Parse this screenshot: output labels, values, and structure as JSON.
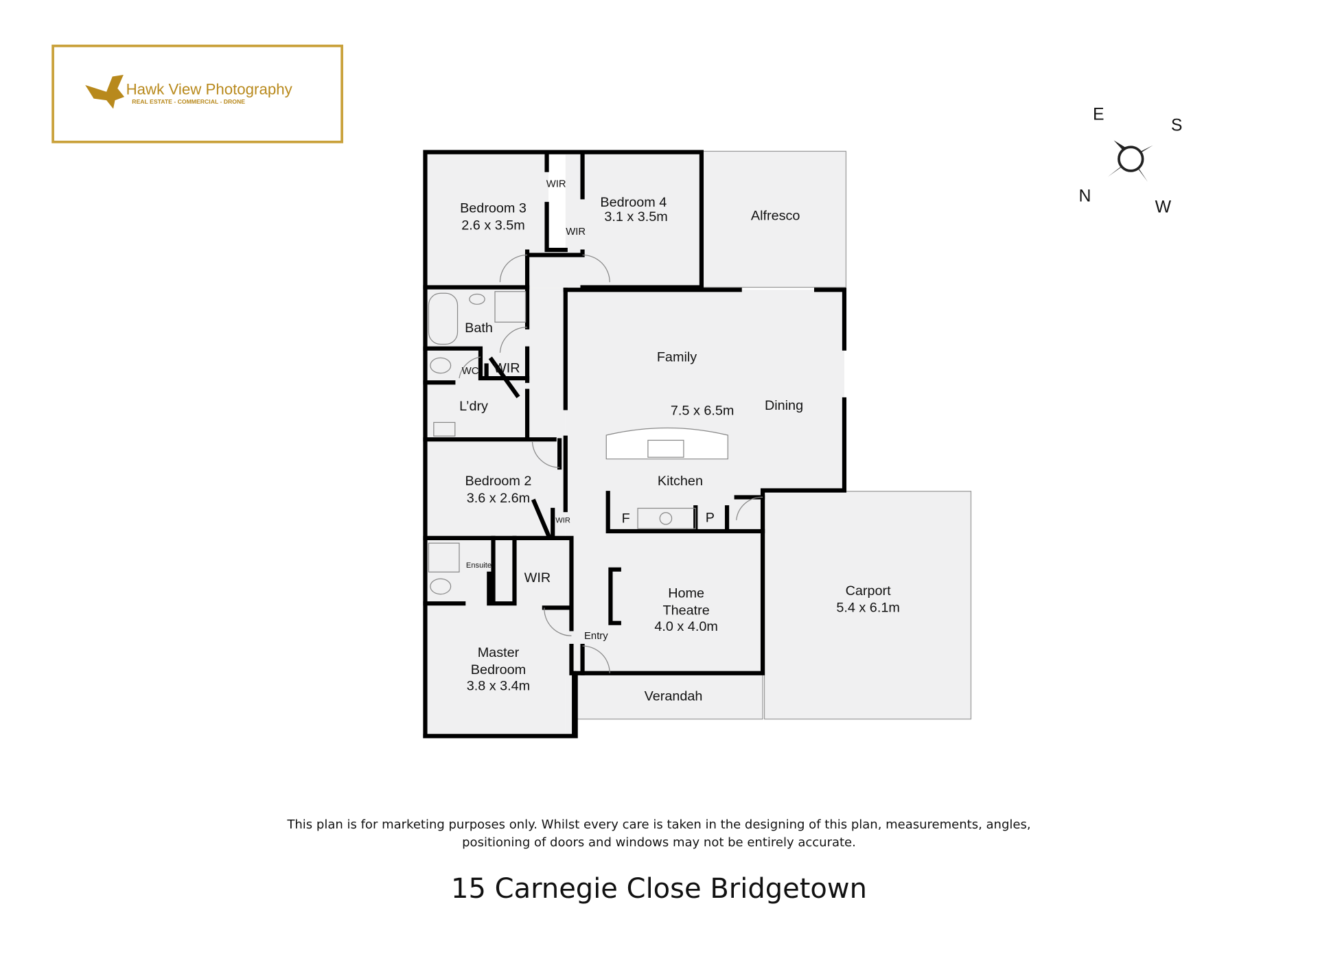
{
  "logo": {
    "brand": "Hawk View Photography",
    "tagline": "REAL ESTATE - COMMERCIAL - DRONE",
    "accent": "#b8891c"
  },
  "compass": {
    "e": "E",
    "s": "S",
    "n": "N",
    "w": "W"
  },
  "rooms": {
    "bedroom3": {
      "name": "Bedroom 3",
      "size": "2.6 x 3.5m"
    },
    "bedroom4": {
      "name": "Bedroom 4",
      "size": "3.1 x 3.5m"
    },
    "wir1": "WIR",
    "wir2": "WIR",
    "wir3": "WIR",
    "wir4": "WIR",
    "wir5": "WIR",
    "alfresco": "Alfresco",
    "bath": "Bath",
    "wc": "WC",
    "laundry": "L’dry",
    "family": "Family",
    "family_size": "7.5 x 6.5m",
    "dining": "Dining",
    "kitchen": "Kitchen",
    "fridge": "F",
    "pantry": "P",
    "bedroom2": {
      "name": "Bedroom 2",
      "size": "3.6 x 2.6m"
    },
    "ensuite": "Ensuite",
    "master": {
      "line1": "Master",
      "line2": "Bedroom",
      "size": "3.8 x 3.4m"
    },
    "entry": "Entry",
    "theatre": {
      "line1": "Home",
      "line2": "Theatre",
      "size": "4.0 x 4.0m"
    },
    "verandah": "Verandah",
    "carport": {
      "name": "Carport",
      "size": "5.4 x 6.1m"
    }
  },
  "disclaimer": {
    "line1": "This plan is for marketing purposes only. Whilst every care is taken in the designing of this plan, measurements, angles,",
    "line2": "positioning of doors and windows may not be entirely accurate."
  },
  "address": "15 Carnegie Close Bridgetown"
}
